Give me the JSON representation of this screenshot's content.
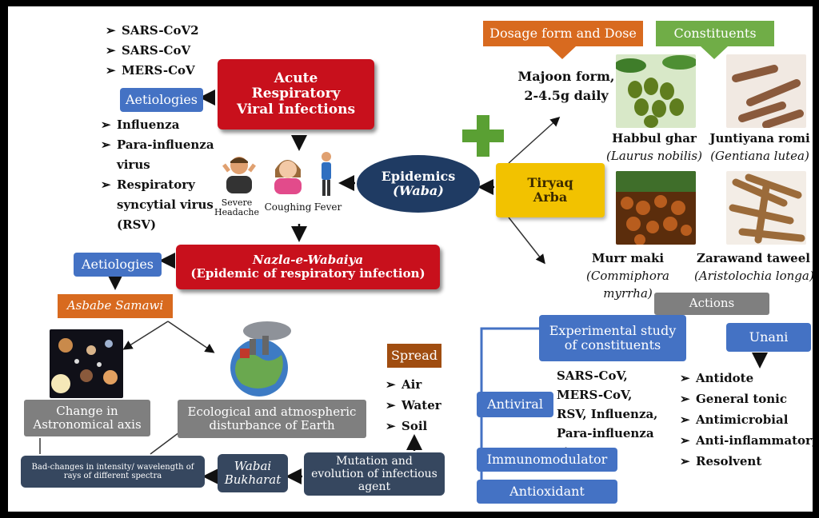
{
  "acute": {
    "title": "Acute Respiratory Viral Infections"
  },
  "top_aetiologies": {
    "label": "Aetiologies",
    "items": [
      "SARS-CoV2",
      "SARS-CoV",
      "MERS-CoV"
    ]
  },
  "aetiologies_list": {
    "items": [
      "Influenza",
      "Para-influenza virus",
      "Respiratory syncytial virus (RSV)"
    ]
  },
  "symptoms": {
    "headache": "Severe Headache",
    "coughing": "Coughing",
    "fever": "Fever"
  },
  "epidemics": {
    "line1": "Epidemics",
    "line2": "(Waba)"
  },
  "tiryaq": {
    "line1": "Tiryaq",
    "line2": "Arba"
  },
  "dosage": {
    "label": "Dosage form and Dose",
    "text1": "Majoon form,",
    "text2": "2-4.5g daily"
  },
  "constituents": {
    "label": "Constituents",
    "items": [
      {
        "name": "Habbul ghar",
        "latin": "(Laurus nobilis)"
      },
      {
        "name": "Juntiyana romi",
        "latin": "(Gentiana lutea)"
      },
      {
        "name": "Murr maki",
        "latin": "(Commiphora myrrha)"
      },
      {
        "name": "Zarawand taweel",
        "latin": "(Aristolochia longa)"
      }
    ]
  },
  "nazla": {
    "line1": "Nazla-e-Wabaiya",
    "line2": "(Epidemic of respiratory infection)"
  },
  "mid_aetiologies": {
    "label": "Aetiologies"
  },
  "asbabe": {
    "label": "Asbabe Samawi"
  },
  "astro": {
    "label": "Change in Astronomical axis"
  },
  "eco": {
    "label": "Ecological and atmospheric disturbance of Earth"
  },
  "badchanges": {
    "label": "Bad-changes in intensity/ wavelength of rays of different spectra"
  },
  "wabai": {
    "line1": "Wabai",
    "line2": "Bukharat"
  },
  "mutation": {
    "label": "Mutation and evolution of infectious agent"
  },
  "spread": {
    "label": "Spread",
    "items": [
      "Air",
      "Water",
      "Soil"
    ]
  },
  "actions": {
    "label": "Actions"
  },
  "experimental": {
    "label": "Experimental study of constituents"
  },
  "unani": {
    "label": "Unani",
    "items": [
      "Antidote",
      "General tonic",
      "Antimicrobial",
      "Anti-inflammatory",
      "Resolvent"
    ]
  },
  "antiviral": {
    "label": "Antiviral",
    "viruses": "SARS-CoV, MERS-CoV, RSV, Influenza, Para-influenza virus"
  },
  "immuno": {
    "label": "Immunomodulator"
  },
  "antiox": {
    "label": "Antioxidant"
  },
  "colors": {
    "red": "#c8101c",
    "blue": "#4472c4",
    "navy": "#1f3b63",
    "slate": "#36475f",
    "gray": "#7f7f7f",
    "orange": "#d86a1f",
    "green": "#70ad47",
    "gold": "#f2c200"
  }
}
